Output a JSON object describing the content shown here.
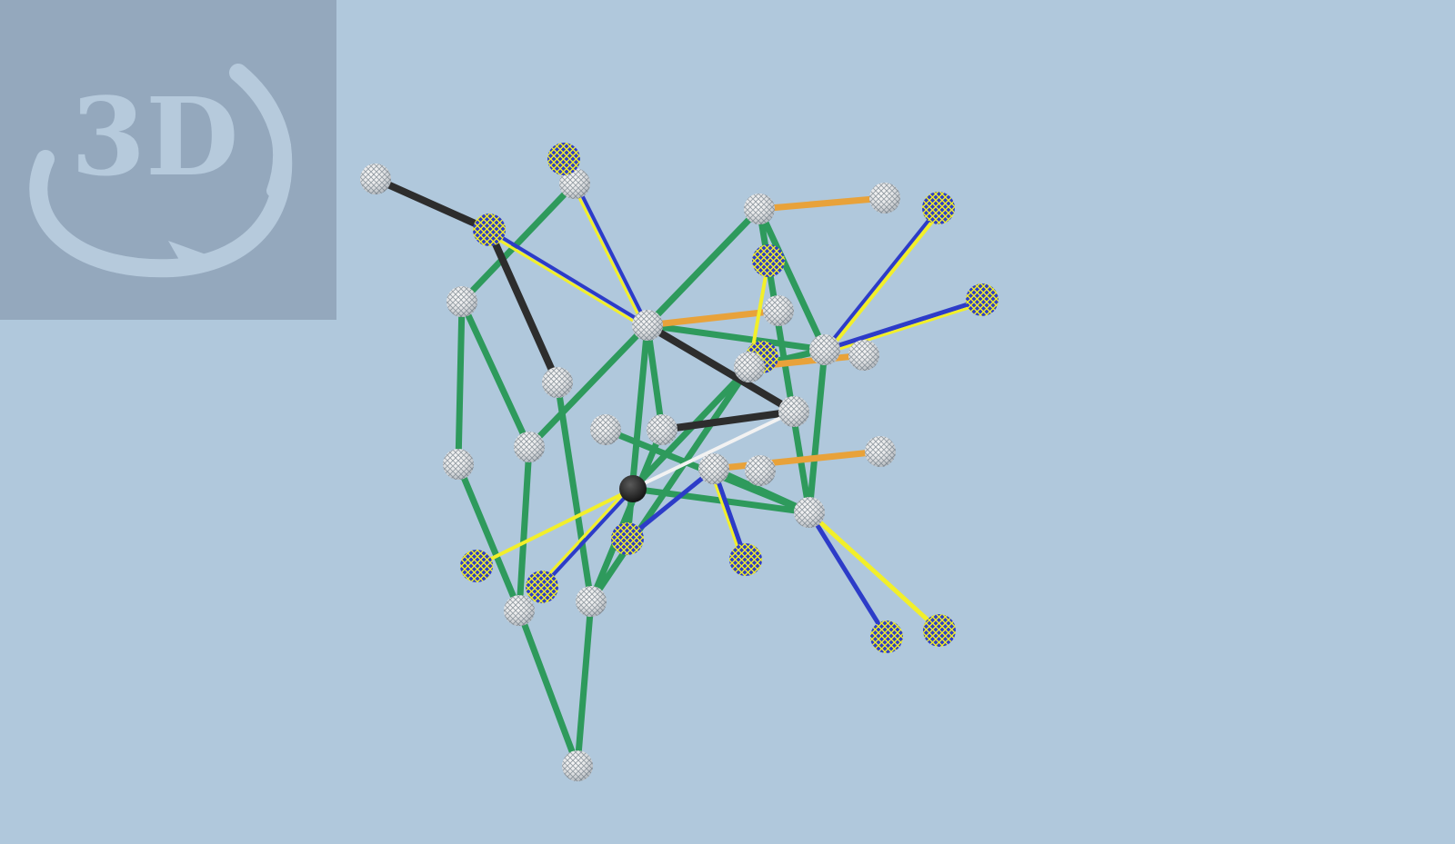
{
  "badge": {
    "label": "3D",
    "icon": "rotate-3d-icon"
  },
  "colors": {
    "background": "#b0c8dc",
    "badge_bg": "#94a8bd",
    "badge_fg": "#b6cadc",
    "green": "#2e9a5c",
    "black": "#2d2d2d",
    "orange": "#e8a23a",
    "yellow": "#f2ef2a",
    "blue": "#2d3cc8",
    "white": "#f2f2f2"
  },
  "model": {
    "view": "3d-molecule-wireframe",
    "atom_types": [
      "white",
      "yellow-blue",
      "black"
    ]
  }
}
